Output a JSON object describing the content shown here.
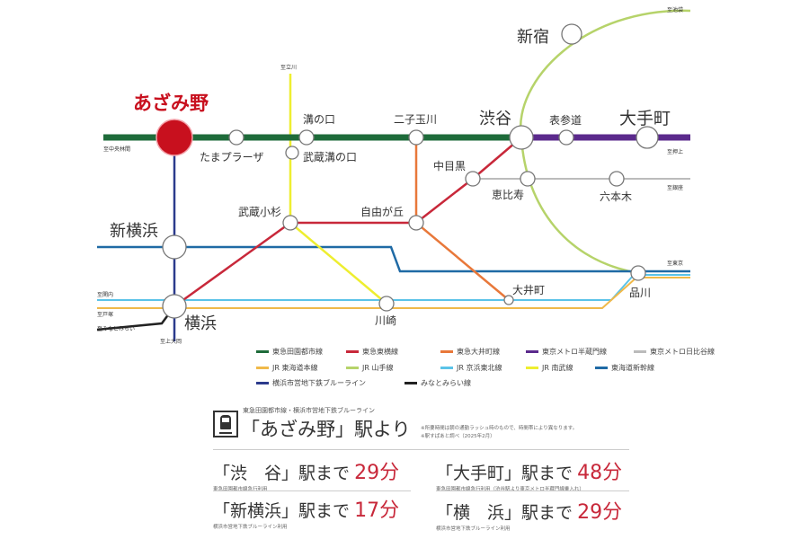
{
  "stations": {
    "azamino": "あざみ野",
    "tamaplaza": "たまプラーザ",
    "mizonokuchi": "溝の口",
    "musashimizonokuchi": "武蔵溝の口",
    "futakotamagawa": "二子玉川",
    "shibuya": "渋谷",
    "omotesando": "表参道",
    "otemachi": "大手町",
    "shinjuku": "新宿",
    "nakameguro": "中目黒",
    "ebisu": "恵比寿",
    "roppongi": "六本木",
    "jiyugaoka": "自由が丘",
    "musashikosugi": "武蔵小杉",
    "shinyokohama": "新横浜",
    "yokohama": "横浜",
    "kawasaki": "川崎",
    "oimachi": "大井町",
    "shinagawa": "品川"
  },
  "directions": {
    "chuorinkan": "至中央林間",
    "tachikawa": "至立川",
    "ikebukuro": "至池袋",
    "oshiage": "至押上",
    "ginza": "至銀座",
    "tokyo": "至東京",
    "kannai": "至関内",
    "totsuka": "至戸塚",
    "minatomirai": "至みなとみらい",
    "kamiooka": "至上大岡"
  },
  "legend": [
    {
      "label": "東急田園都市線",
      "color": "#1e6b3a"
    },
    {
      "label": "東急東横線",
      "color": "#c8283a"
    },
    {
      "label": "東急大井町線",
      "color": "#e8783a"
    },
    {
      "label": "東京メトロ半蔵門線",
      "color": "#5b2a8c"
    },
    {
      "label": "東京メトロ日比谷線",
      "color": "#bbbbbb"
    },
    {
      "label": "JR 東海道本線",
      "color": "#f0b94a"
    },
    {
      "label": "JR 山手線",
      "color": "#b6d36a"
    },
    {
      "label": "JR 京浜東北線",
      "color": "#5bc3e8"
    },
    {
      "label": "JR 南武線",
      "color": "#eeee30"
    },
    {
      "label": "東海道新幹線",
      "color": "#1f6aa5"
    },
    {
      "label": "横浜市営地下鉄ブルーライン",
      "color": "#2b3a8c"
    },
    {
      "label": "みなとみらい線",
      "color": "#222222"
    }
  ],
  "access": {
    "lines": "東急田園都市線・横浜市営地下鉄ブルーライン",
    "from": "「あざみ野」駅より",
    "note1": "※所要時間は朝の通勤ラッシュ時のもので、時間帯により異なります。",
    "note2": "※駅すぱあと調べ（2025年2月）",
    "items": [
      {
        "dest": "「渋　谷」駅まで",
        "time": "29分",
        "sub": "東急田園都市線急行利用"
      },
      {
        "dest": "「大手町」駅まで",
        "time": "48分",
        "sub": "東急田園都市線急行利用（渋谷駅より東京メトロ半蔵門線乗入れ）"
      },
      {
        "dest": "「新横浜」駅まで",
        "time": "17分",
        "sub": "横浜市営地下鉄ブルーライン利用"
      },
      {
        "dest": "「横　浜」駅まで",
        "time": "29分",
        "sub": "横浜市営地下鉄ブルーライン利用"
      }
    ]
  },
  "icons": {
    "train": "train-icon"
  }
}
